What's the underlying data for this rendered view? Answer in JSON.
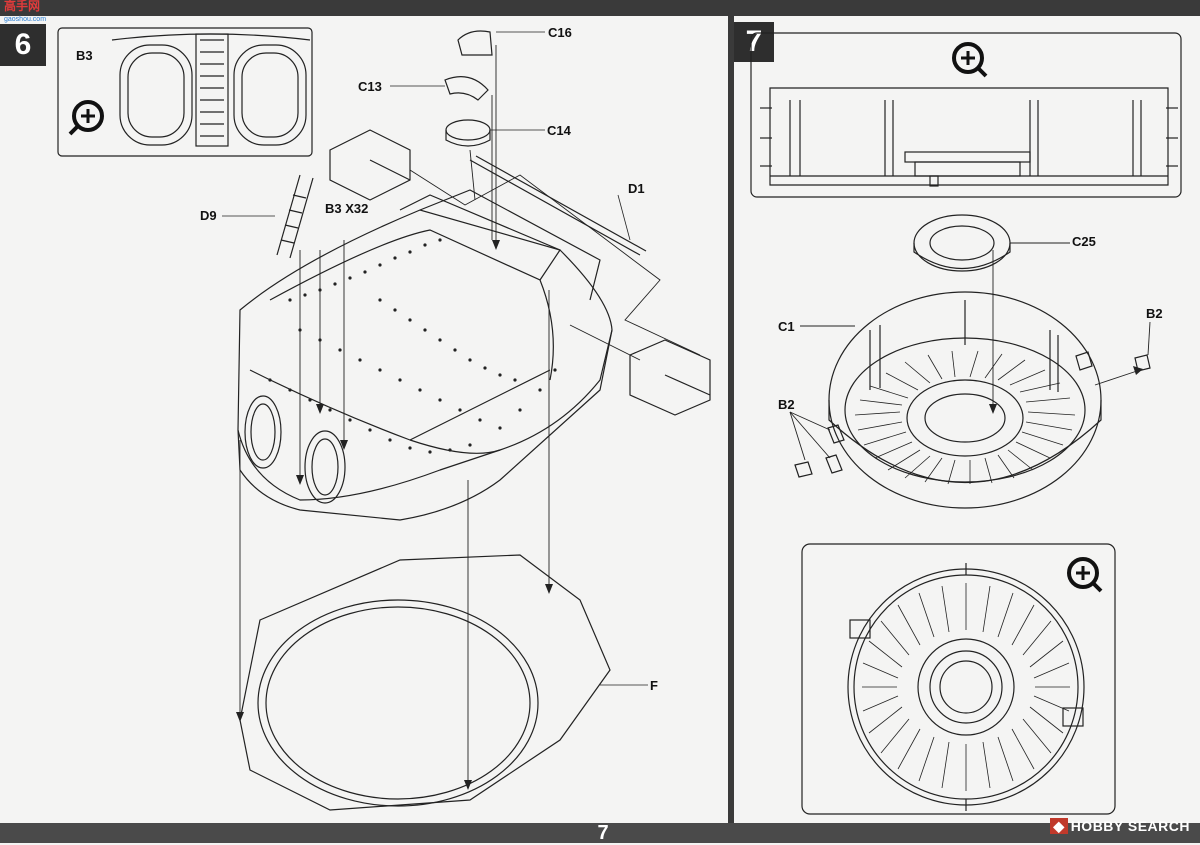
{
  "page": {
    "number": "7"
  },
  "watermarks": {
    "left_main": "高手网",
    "left_sub": "gaoshou.com",
    "right_logo": "◆",
    "right_text": "HOBBY SEARCH"
  },
  "step6": {
    "number": "6",
    "labels": {
      "b3_zoom": "B3",
      "c16": "C16",
      "c13": "C13",
      "c14": "C14",
      "d1": "D1",
      "d9": "D9",
      "b3x32": "B3 X32",
      "f": "F"
    }
  },
  "step7": {
    "number": "7",
    "labels": {
      "c25": "C25",
      "c1": "C1",
      "b2_right": "B2",
      "b2_left": "B2"
    }
  },
  "icons": [
    "zoom-icon"
  ]
}
